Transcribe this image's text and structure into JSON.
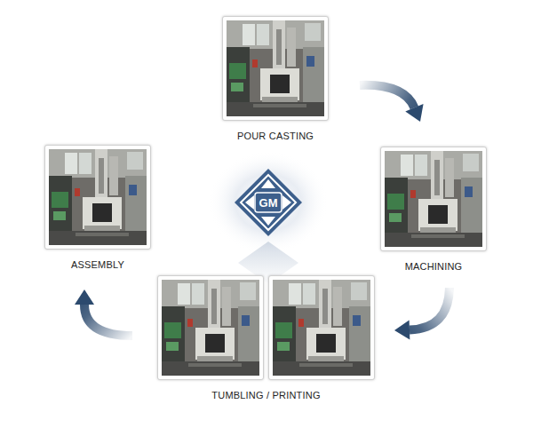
{
  "diagram": {
    "nodes": [
      {
        "text": [
          "POUR CASTING"
        ]
      },
      {
        "text": [
          "MACHINING"
        ]
      },
      {
        "text": [
          "TUMBLING / PRINTING"
        ]
      },
      {
        "text": [
          "ASSEMBLY"
        ]
      },
      {
        "text": [
          "GM"
        ]
      }
    ],
    "edges": [
      {
        "from": 0,
        "to": 1,
        "arrow": "to"
      },
      {
        "from": 1,
        "to": 2,
        "arrow": "to"
      },
      {
        "from": 2,
        "to": 3,
        "arrow": "to"
      }
    ]
  }
}
